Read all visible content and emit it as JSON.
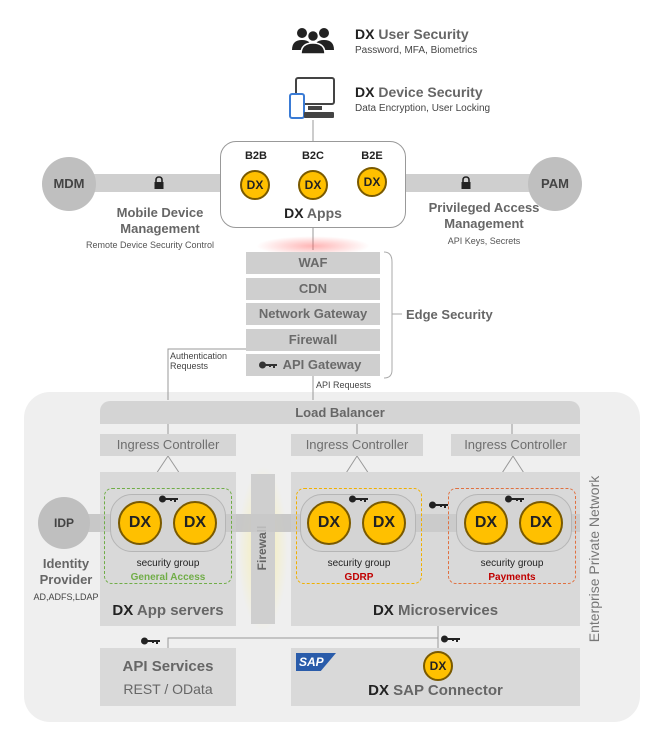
{
  "user_security": {
    "prefix": "DX",
    "title": "User Security",
    "subtitle": "Password, MFA, Biometrics"
  },
  "device_security": {
    "prefix": "DX",
    "title": "Device Security",
    "subtitle": "Data Encryption, User Locking"
  },
  "apps": {
    "prefix": "DX",
    "title": "Apps",
    "items": [
      "B2B",
      "B2C",
      "B2E"
    ],
    "badge": "DX"
  },
  "mdm": {
    "circle": "MDM",
    "title_line1": "Mobile Device",
    "title_line2": "Management",
    "subtitle": "Remote Device Security Control"
  },
  "pam": {
    "circle": "PAM",
    "title_line1": "Privileged Access",
    "title_line2": "Management",
    "subtitle": "API Keys, Secrets"
  },
  "edge": {
    "layers": [
      "WAF",
      "CDN",
      "Network Gateway",
      "Firewall",
      "API Gateway"
    ],
    "label": "Edge Security"
  },
  "auth_requests": {
    "line1": "Authentication",
    "line2": "Requests"
  },
  "api_requests": "API Requests",
  "load_balancer": "Load Balancer",
  "ingress": [
    "Ingress Controller",
    "Ingress Controller",
    "Ingress Controller"
  ],
  "idp": {
    "circle": "IDP",
    "title_line1": "Identity",
    "title_line2": "Provider",
    "subtitle": "AD,ADFS,LDAP"
  },
  "firewall_vertical": "Firewall",
  "security_groups": [
    {
      "label": "security group",
      "name": "General Access",
      "color": "#70ad47"
    },
    {
      "label": "security group",
      "name": "GDRP",
      "color": "#c00000"
    },
    {
      "label": "security group",
      "name": "Payments",
      "color": "#c00000"
    }
  ],
  "app_servers": {
    "prefix": "DX",
    "title": "App servers"
  },
  "microservices": {
    "prefix": "DX",
    "title": "Microservices"
  },
  "enterprise_label": "Enterprise Private Network",
  "api_services": {
    "line1": "API Services",
    "line2": "REST / OData"
  },
  "sap_connector": {
    "logo": "SAP",
    "prefix": "DX",
    "title": "SAP Connector",
    "badge": "DX"
  },
  "dx_label": "DX",
  "colors": {
    "accent": "#ffc000",
    "gray": "#d9d9d9",
    "dark_text": "#222222"
  }
}
